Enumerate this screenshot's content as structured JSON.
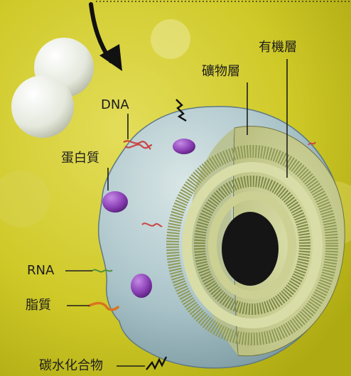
{
  "labels": {
    "dna": "DNA",
    "protein": "蛋白質",
    "rna": "RNA",
    "lipid": "脂質",
    "carbohydrate": "碳水化合物",
    "mineral_layer": "礦物層",
    "organic_layer": "有機層"
  },
  "colors": {
    "background": "#c9c41f",
    "cell_body": "#a9c3c9",
    "protein": "#8a3fb4",
    "rna": "#4f8f3a",
    "lipid": "#d9731f",
    "dna": "#c94444",
    "mineral_layer": "#c7c98c",
    "organic_layer": "#8f9a57",
    "core": "#151515"
  }
}
